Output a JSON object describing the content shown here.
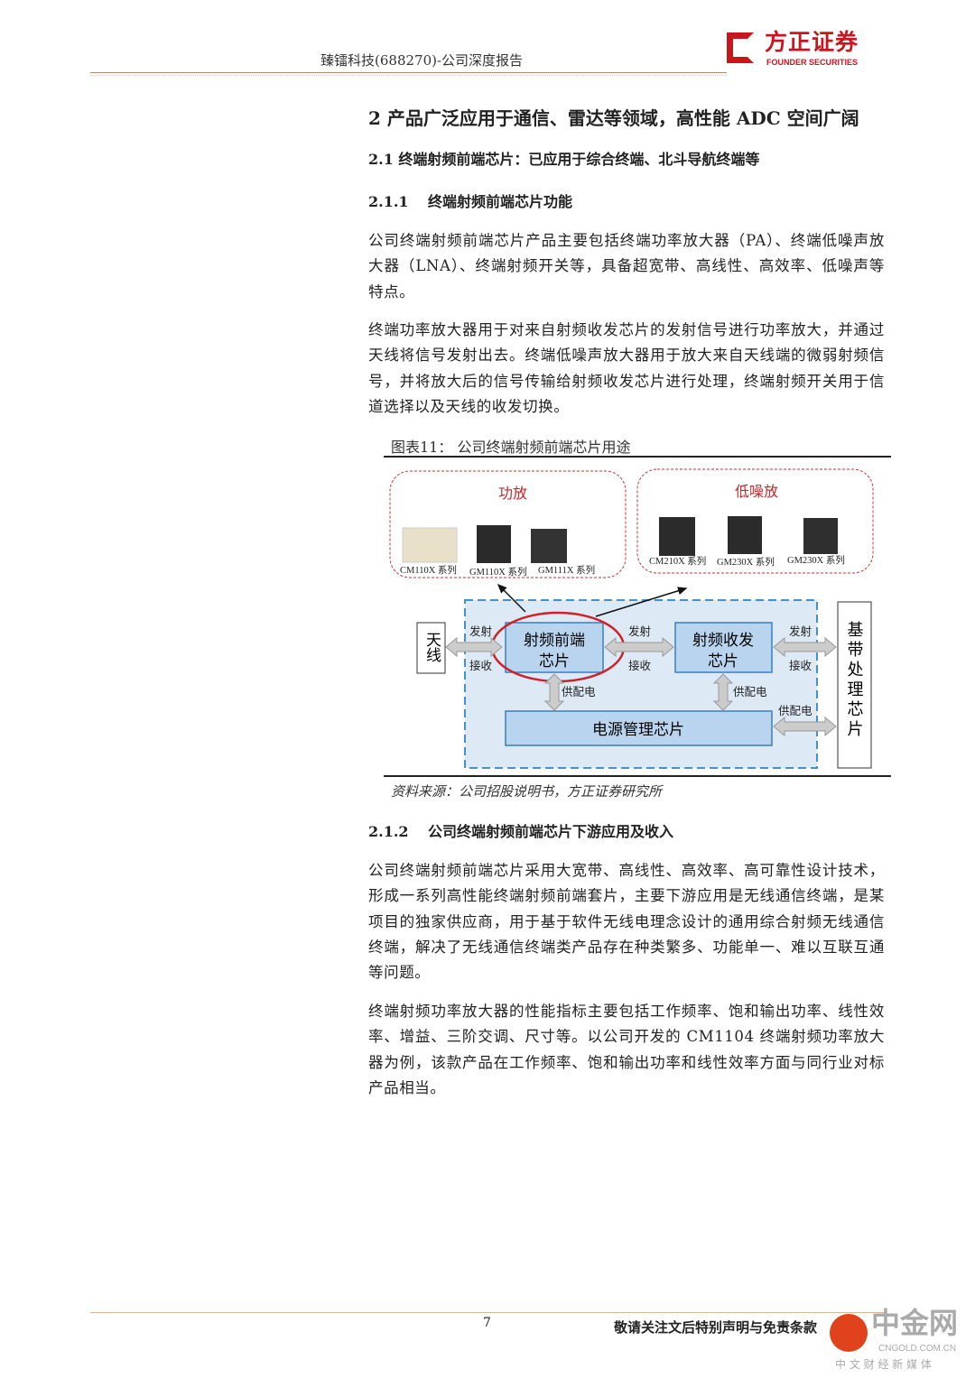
{
  "header": {
    "title": "臻镭科技(688270)-公司深度报告",
    "logo_cn": "方正证券",
    "logo_en": "FOUNDER SECURITIES"
  },
  "section": {
    "h1": "2 产品广泛应用于通信、雷达等领域，高性能 ADC 空间广阔",
    "h2": "2.1 终端射频前端芯片：已应用于综合终端、北斗导航终端等",
    "h3a_num": "2.1.1",
    "h3a": "终端射频前端芯片功能",
    "p1": "公司终端射频前端芯片产品主要包括终端功率放大器（PA）、终端低噪声放大器（LNA）、终端射频开关等，具备超宽带、高线性、高效率、低噪声等特点。",
    "p2": "终端功率放大器用于对来自射频收发芯片的发射信号进行功率放大，并通过天线将信号发射出去。终端低噪声放大器用于放大来自天线端的微弱射频信号，并将放大后的信号传输给射频收发芯片进行处理，终端射频开关用于信道选择以及天线的收发切换。",
    "h3b_num": "2.1.2",
    "h3b": "公司终端射频前端芯片下游应用及收入",
    "p3": "公司终端射频前端芯片采用大宽带、高线性、高效率、高可靠性设计技术，形成一系列高性能终端射频前端套片，主要下游应用是无线通信终端，是某项目的独家供应商，用于基于软件无线电理念设计的通用综合射频无线通信终端，解决了无线通信终端类产品存在种类繁多、功能单一、难以互联互通等问题。",
    "p4": "终端射频功率放大器的性能指标主要包括工作频率、饱和输出功率、线性效率、增益、三阶交调、尺寸等。以公司开发的 CM1104 终端射频功率放大器为例，该款产品在工作频率、饱和输出功率和线性效率方面与同行业对标产品相当。"
  },
  "figure": {
    "title": "图表11：  公司终端射频前端芯片用途",
    "source": "资料来源：公司招股说明书，方正证券研究所",
    "pa_group": "功放",
    "lna_group": "低噪放",
    "pa_chips": [
      "CM110X 系列",
      "GM110X 系列",
      "GM111X 系列"
    ],
    "lna_chips": [
      "CM210X 系列",
      "GM230X 系列",
      "GM230X 系列"
    ],
    "antenna": "天线",
    "frontend": [
      "射频前端",
      "芯片"
    ],
    "transceiver": [
      "射频收发",
      "芯片"
    ],
    "power": "电源管理芯片",
    "baseband": "基带处理芯片",
    "tx": "发射",
    "rx": "接收",
    "supply": "供配电"
  },
  "footer": {
    "page": "7",
    "notice": "敬请关注文后特别声明与免责条款",
    "wm_cn": "中金网",
    "wm_url": "CNGOLD.COM.CN",
    "wm_sub": "中 文 财 经 新 媒 体"
  }
}
